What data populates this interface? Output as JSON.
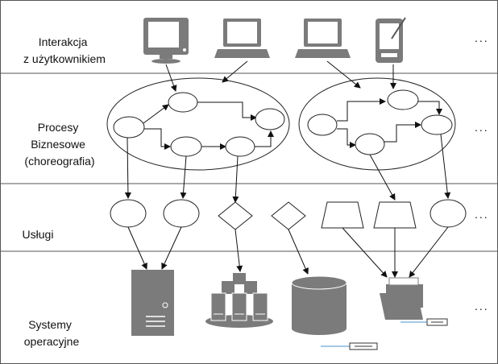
{
  "layers": [
    {
      "id": "interaction",
      "label_lines": [
        "Interakcja",
        "z użytkownikiem"
      ]
    },
    {
      "id": "processes",
      "label_lines": [
        "Procesy",
        "Biznesowe",
        "(choreografia)"
      ]
    },
    {
      "id": "services",
      "label_lines": [
        "Usługi"
      ]
    },
    {
      "id": "systems",
      "label_lines": [
        "Systemy",
        "operacyjne"
      ]
    }
  ],
  "ellipsis": "...",
  "icons": {
    "interaction": [
      "desktop-monitor",
      "laptop",
      "laptop",
      "pda-tablet"
    ],
    "systems": [
      "server-tower",
      "server-cluster",
      "database-cylinder",
      "file-folder",
      "network-device"
    ]
  },
  "colors": {
    "device": "#7b7b7b",
    "line": "#111111",
    "border": "#555555",
    "link": "#4a90c8"
  }
}
